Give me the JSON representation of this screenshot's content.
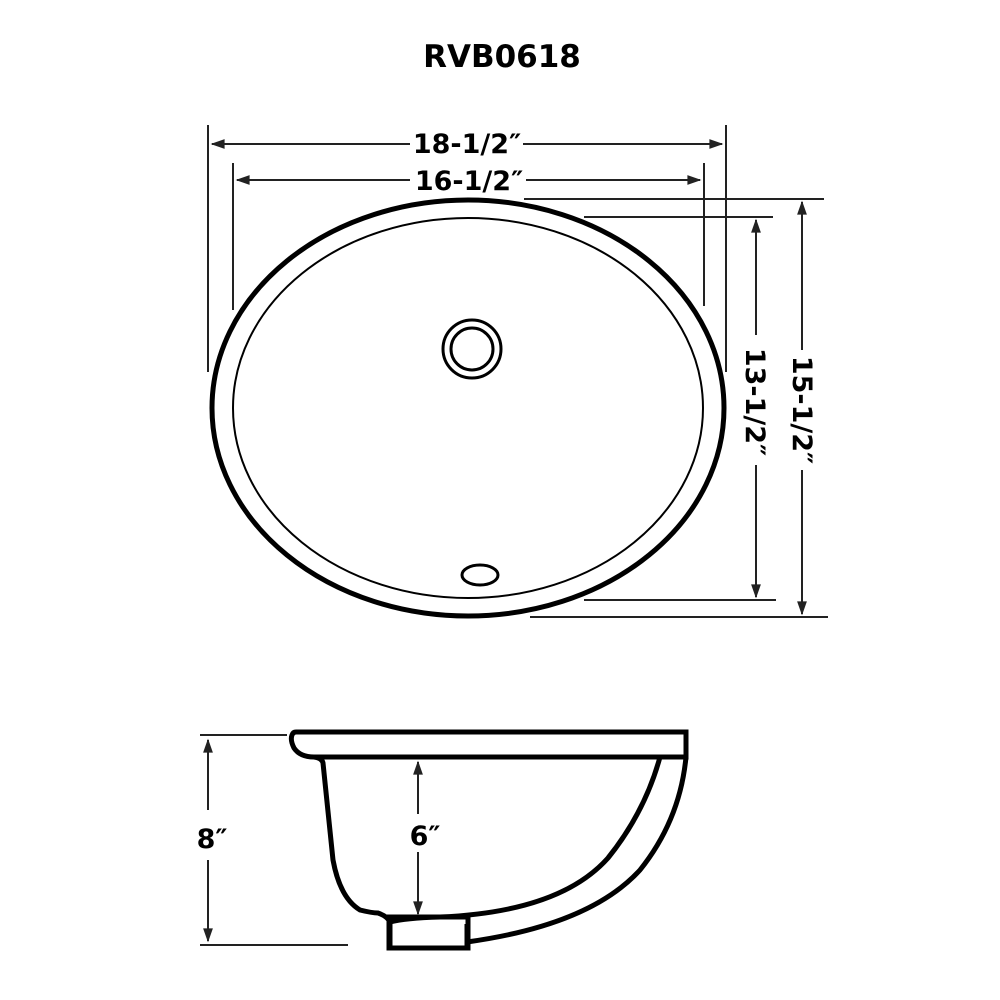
{
  "title": "RVB0618",
  "top_view": {
    "overall_width": "18-1/2″",
    "bowl_width": "16-1/2″",
    "bowl_length": "13-1/2″",
    "overall_length": "15-1/2″"
  },
  "side_view": {
    "overall_depth": "8″",
    "bowl_depth": "6″"
  },
  "colors": {
    "line": "#000000",
    "background": "#ffffff"
  }
}
